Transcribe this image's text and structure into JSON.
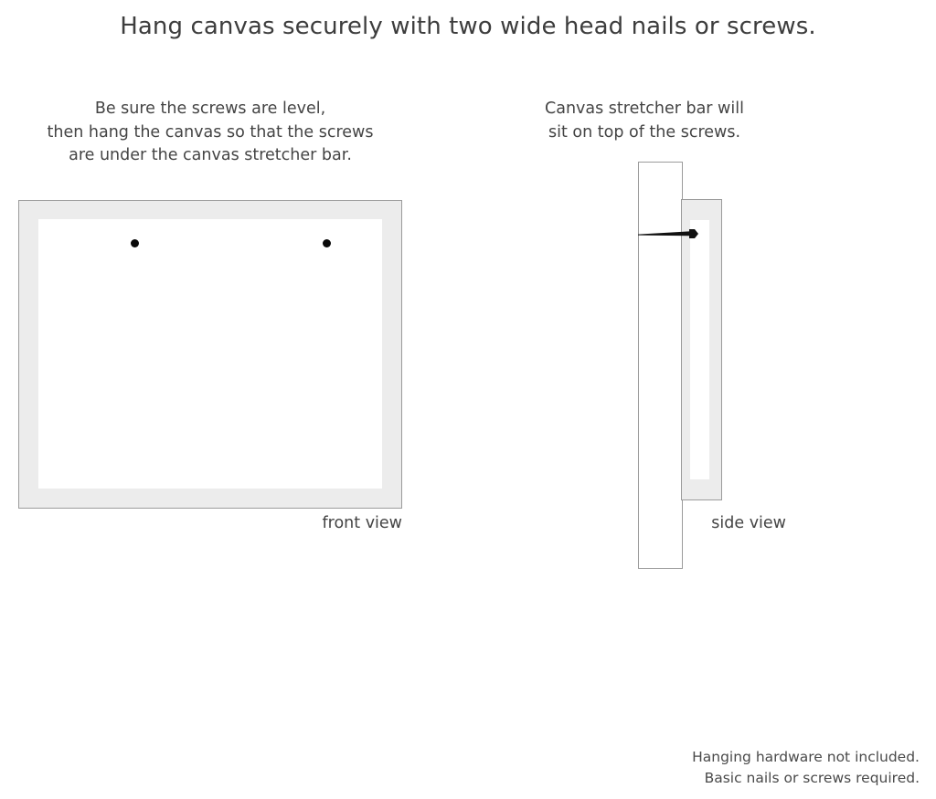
{
  "headline": "Hang canvas securely with two wide head nails or screws.",
  "captions": {
    "left": {
      "line1": "Be sure the screws are level,",
      "line2": "then hang the canvas so that the screws",
      "line3": "are under the canvas stretcher bar."
    },
    "right": {
      "line1": "Canvas stretcher bar will",
      "line2": "sit on top of the screws."
    }
  },
  "front_view": {
    "label": "front view",
    "screw_count": 2
  },
  "side_view": {
    "label": "side view"
  },
  "footer": {
    "line1": "Hanging hardware not included.",
    "line2": "Basic nails or screws required."
  },
  "colors": {
    "frame_fill": "#ececec",
    "frame_stroke": "#9b9b9b",
    "inner_fill": "#ffffff",
    "screw": "#0a0a0a",
    "text": "#3d3d3d",
    "background": "#ffffff"
  }
}
